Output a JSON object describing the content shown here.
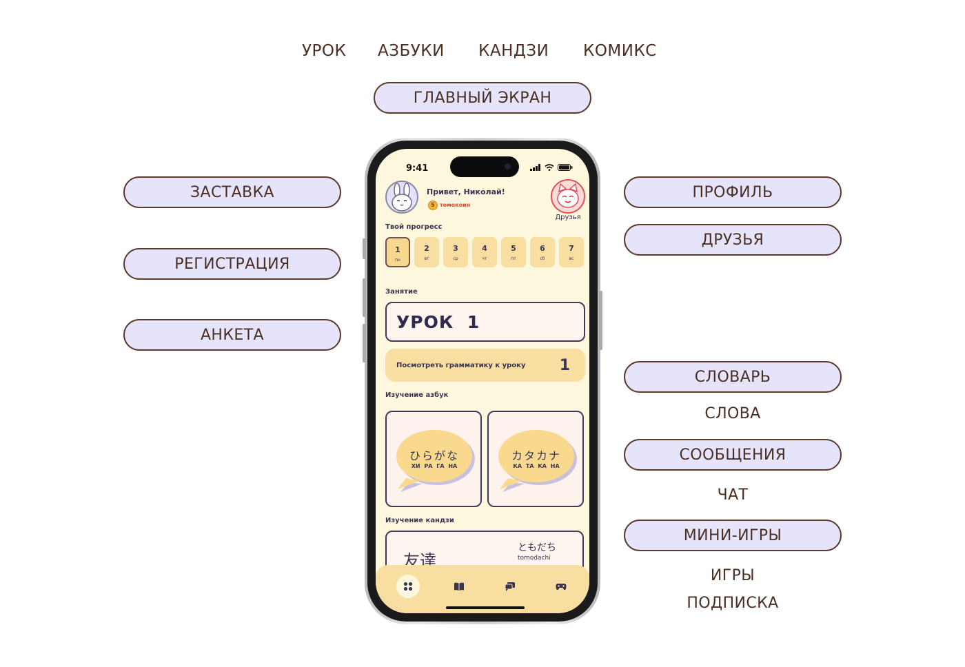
{
  "top_nav": [
    "УРОК",
    "АЗБУКИ",
    "КАНДЗИ",
    "КОМИКС"
  ],
  "main_screen_label": "ГЛАВНЫЙ ЭКРАН",
  "left_pills": [
    "ЗАСТАВКА",
    "РЕГИСТРАЦИЯ",
    "АНКЕТА"
  ],
  "right_pills": {
    "profile": "ПРОФИЛЬ",
    "friends": "ДРУЗЬЯ",
    "dictionary": "СЛОВАРЬ",
    "words": "СЛОВА",
    "messages": "СООБЩЕНИЯ",
    "chat": "ЧАТ",
    "mini_games": "МИНИ-ИГРЫ",
    "games": "ИГРЫ",
    "subscription": "ПОДПИСКА"
  },
  "colors": {
    "pill_fill": "#e6e4fb",
    "pill_border": "#5a3b2c",
    "text_brown": "#4a2f22",
    "screen_bg": "#fdf7dd",
    "card_yellow": "#f8dea0",
    "ink": "#3a3452",
    "coin_red": "#e0482f"
  },
  "phone": {
    "status": {
      "time": "9:41"
    },
    "header": {
      "greeting": "Привет, Николай!",
      "coin_count": "5",
      "coin_label": "томокоин",
      "friends_label": "Друзья",
      "avatar_icon": "bunny-avatar-icon",
      "friends_icon": "cat-avatar-icon"
    },
    "progress": {
      "title": "Твой прогресс",
      "days": [
        {
          "num": "1",
          "name": "пн",
          "active": true
        },
        {
          "num": "2",
          "name": "вт",
          "active": false
        },
        {
          "num": "3",
          "name": "ср",
          "active": false
        },
        {
          "num": "4",
          "name": "чт",
          "active": false
        },
        {
          "num": "5",
          "name": "пт",
          "active": false
        },
        {
          "num": "6",
          "name": "сб",
          "active": false
        },
        {
          "num": "7",
          "name": "вс",
          "active": false
        }
      ]
    },
    "lesson": {
      "section": "Занятие",
      "title": "УРОК  1",
      "grammar_text": "Посмотреть грамматику к уроку",
      "grammar_num": "1"
    },
    "kana": {
      "section": "Изучение азбук",
      "cards": [
        {
          "kana": "ひらがな",
          "reading": "ХИ РА ГА НА"
        },
        {
          "kana": "カタカナ",
          "reading": "КА ТА КА НА"
        }
      ]
    },
    "kanji": {
      "section": "Изучение кандзи",
      "kanji": "友達",
      "kana": "ともだち",
      "romaji": "tomodachi"
    },
    "tabbar": {
      "tabs": [
        "home-grid-icon",
        "book-icon",
        "chat-icon",
        "gamepad-icon"
      ]
    }
  }
}
